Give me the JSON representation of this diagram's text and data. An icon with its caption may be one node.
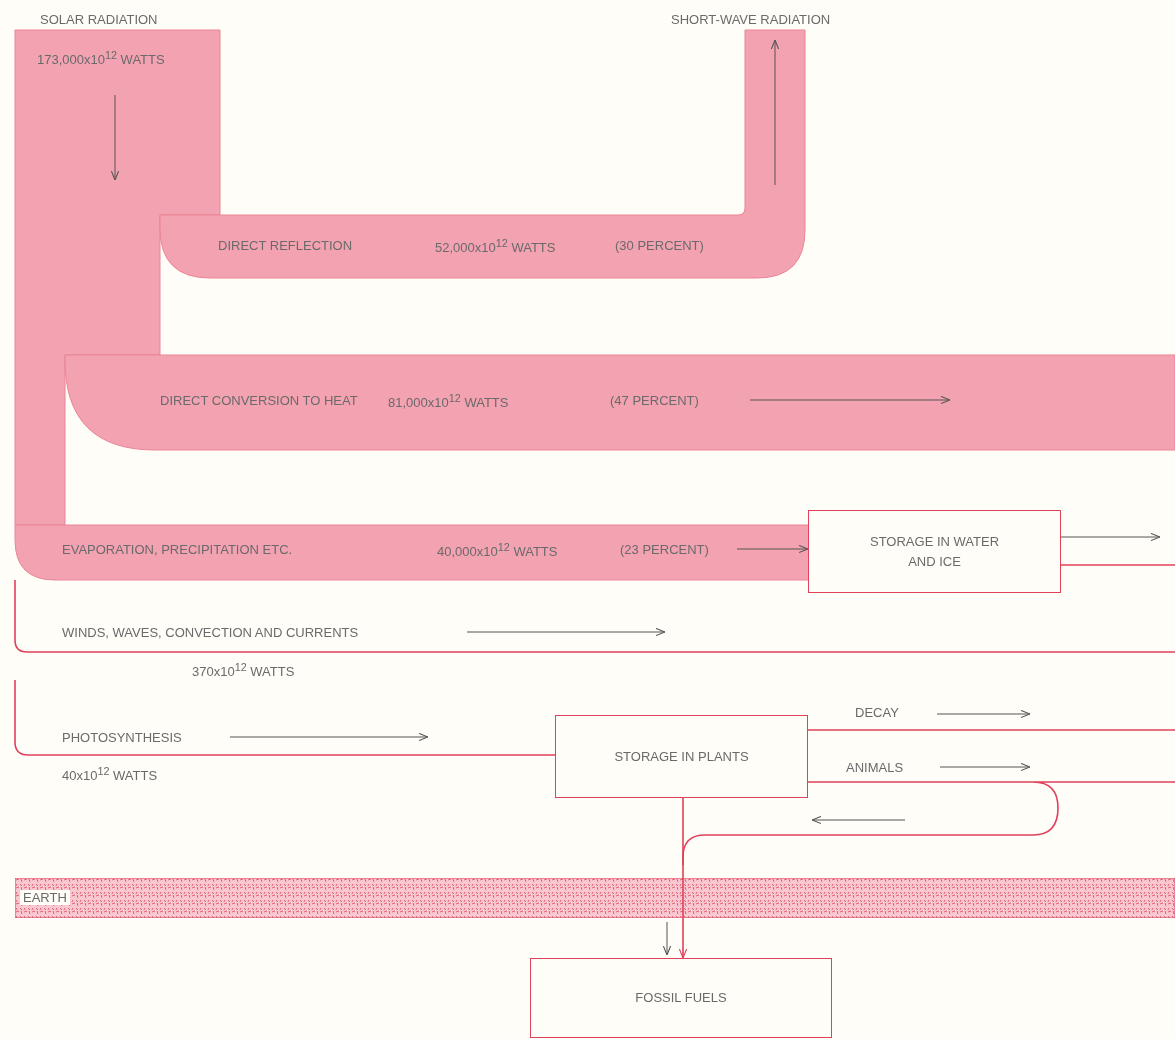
{
  "diagram": {
    "nodes": [
      {
        "text": [
          "SOLAR RADIATION",
          "173,000x10$^{12}$ WATTS"
        ]
      },
      {
        "text": [
          "DIRECT REFLECTION",
          "52,000x10$^{12}$ WATTS",
          "(30 PERCENT)"
        ],
        "beside": [
          "SHORT-WAVE RADIATION"
        ]
      },
      {
        "text": [
          "DIRECT CONVERSION TO HEAT",
          "81,000x10$^{12}$ WATTS",
          "(47 PERCENT)"
        ]
      },
      {
        "text": [
          "EVAPORATION, PRECIPITATION ETC.",
          "40,000x10$^{12}$ WATTS",
          "(23 PERCENT)"
        ]
      },
      {
        "text": [
          "STORAGE IN WATER AND ICE"
        ]
      },
      {
        "text": [
          "WINDS, WAVES, CONVECTION AND CURRENTS",
          "370x10$^{12}$ WATTS"
        ]
      },
      {
        "text": [
          "PHOTOSYNTHESIS",
          "40x10$^{12}$ WATTS"
        ]
      },
      {
        "text": [
          "STORAGE IN PLANTS"
        ]
      },
      {
        "text": [
          "DECAY"
        ]
      },
      {
        "text": [
          "ANIMALS"
        ]
      },
      {
        "text": [
          "FOSSIL FUELS"
        ]
      }
    ],
    "edges": [
      {
        "from": 3,
        "to": 4,
        "arrow": "to"
      },
      {
        "from": 4,
        "to": null,
        "arrow": "to"
      },
      {
        "from": 7,
        "to": 10,
        "arrow": "to",
        "color": "#e0405a"
      },
      {
        "from": 9,
        "to": 10,
        "arrow": "to"
      }
    ],
    "labels": [
      "EARTH"
    ]
  }
}
